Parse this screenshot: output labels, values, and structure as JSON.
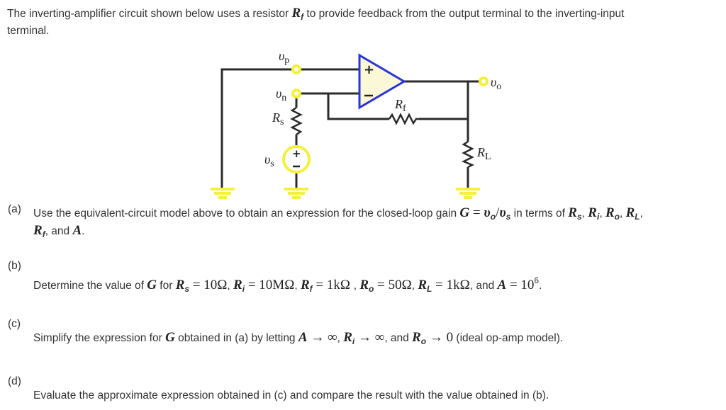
{
  "intro": {
    "line1_pre": "The inverting-amplifier circuit shown below uses a resistor ",
    "line1_sym": "R",
    "line1_sub": "f",
    "line1_post": " to provide feedback from the output terminal to the inverting-input",
    "line2": "terminal."
  },
  "circuit": {
    "labels": {
      "vp": {
        "main": "υ",
        "sub": "p"
      },
      "vn": {
        "main": "υ",
        "sub": "n"
      },
      "vo": {
        "main": "υ",
        "sub": "o"
      },
      "Rs": {
        "main": "R",
        "sub": "s"
      },
      "Rf": {
        "main": "R",
        "sub": "f"
      },
      "RL": {
        "main": "R",
        "sub": "L"
      },
      "vs": {
        "main": "υ",
        "sub": "s"
      },
      "plus": "+",
      "minus": "−"
    },
    "colors": {
      "wire": "#2b2b2b",
      "node": "#f5f03a",
      "opamp_stroke": "#2a35d6",
      "opamp_fill": "#fbf8d8",
      "ground": "#f5f03a"
    }
  },
  "parts": [
    {
      "marker": "(a)",
      "text1": "Use the equivalent-circuit model above to obtain an expression for the closed-loop gain ",
      "eq": "G = υ",
      "eq_sub1": "o",
      "eq_mid": "/υ",
      "eq_sub2": "s",
      "text2": " in terms of ",
      "syms": "R",
      "list": [
        {
          "s": "R",
          "sub": "s"
        },
        {
          "s": "R",
          "sub": "i"
        },
        {
          "s": "R",
          "sub": "o"
        },
        {
          "s": "R",
          "sub": "L"
        }
      ],
      "line2_sym": "R",
      "line2_sub": "f",
      "line2_mid": ", and ",
      "line2_A": "A",
      "line2_end": "."
    },
    {
      "marker": "(b)",
      "text1": "Determine the value of ",
      "G": "G",
      "for": " for ",
      "values": [
        {
          "s": "R",
          "sub": "s",
          "val": " = 10Ω"
        },
        {
          "s": "R",
          "sub": "i",
          "val": " = 10MΩ"
        },
        {
          "s": "R",
          "sub": "f",
          "val": " = 1kΩ "
        },
        {
          "s": "R",
          "sub": "o",
          "val": " = 50Ω"
        },
        {
          "s": "R",
          "sub": "L",
          "val": " = 1kΩ"
        }
      ],
      "and": ", and ",
      "A": "A",
      "A_val": " = 10",
      "A_exp": "6",
      "end": "."
    },
    {
      "marker": "(c)",
      "text1": "Simplify the expression for ",
      "G": "G",
      "text2": " obtained in (a) by letting ",
      "A": "A",
      "arrow_inf": " → ∞",
      "Ri": "R",
      "Ri_sub": "i",
      "and": ", and ",
      "Ro": "R",
      "Ro_sub": "o",
      "arrow_zero": " → 0",
      "end": " (ideal op-amp model)."
    },
    {
      "marker": "(d)",
      "text": "Evaluate the approximate expression obtained in (c) and compare the result with the value obtained in (b)."
    }
  ]
}
